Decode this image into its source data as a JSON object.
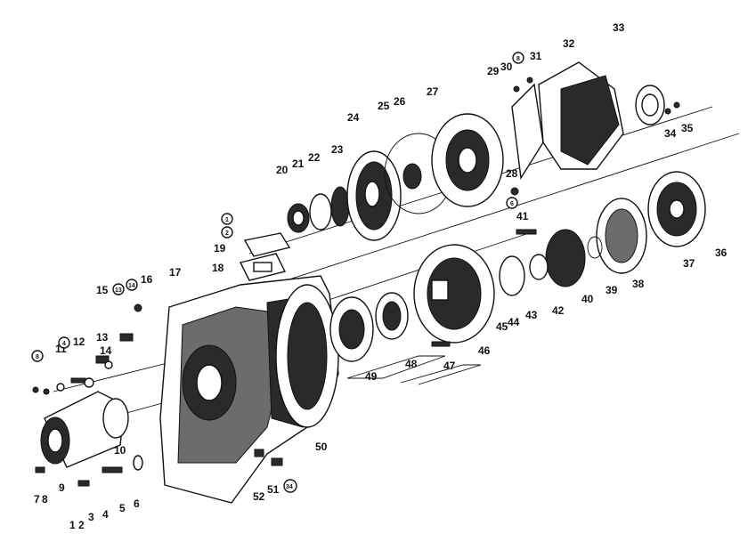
{
  "diagram": {
    "part_numbers": [
      "1",
      "2",
      "3",
      "4",
      "5",
      "6",
      "7",
      "8",
      "9",
      "10",
      "11",
      "12",
      "13",
      "14",
      "15",
      "16",
      "17",
      "18",
      "19",
      "20",
      "21",
      "22",
      "23",
      "24",
      "25",
      "26",
      "27",
      "28",
      "29",
      "30",
      "31",
      "32",
      "33",
      "34",
      "35",
      "36",
      "37",
      "38",
      "39",
      "40",
      "41",
      "42",
      "43",
      "44",
      "45",
      "46",
      "47",
      "48",
      "49",
      "50",
      "51",
      "52"
    ],
    "circled_labels": [
      "1",
      "2",
      "13",
      "14",
      "8",
      "6",
      "4",
      "8",
      "34"
    ]
  }
}
